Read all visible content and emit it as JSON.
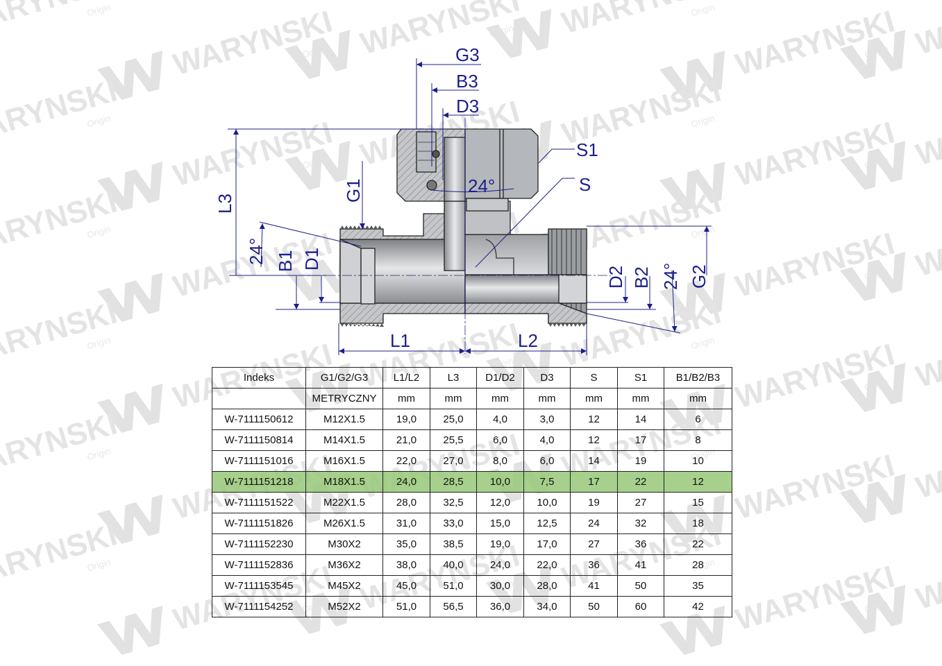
{
  "brand": {
    "watermark_text": "WARYNSKI",
    "watermark_subtext": "Origin"
  },
  "drawing": {
    "title": "Tee fitting with swivel nut - cross-section",
    "labels": {
      "g3": "G3",
      "b3": "B3",
      "d3": "D3",
      "s1": "S1",
      "s": "S",
      "angle_top": "24°",
      "g1": "G1",
      "l3": "L3",
      "angle_left": "24°",
      "b1": "B1",
      "d1": "D1",
      "d2": "D2",
      "b2": "B2",
      "angle_right": "24°",
      "g2": "G2",
      "l1": "L1",
      "l2": "L2"
    },
    "colors": {
      "dimension": "#1b1f8a",
      "body": "#b9bcc0",
      "hatch": "#8e9196",
      "highlight_row": "#96c878"
    }
  },
  "table": {
    "headers": [
      "Indeks",
      "G1/G2/G3",
      "L1/L2",
      "L3",
      "D1/D2",
      "D3",
      "S",
      "S1",
      "B1/B2/B3"
    ],
    "units": [
      "",
      "METRYCZNY",
      "mm",
      "mm",
      "mm",
      "mm",
      "mm",
      "mm",
      "mm"
    ],
    "highlighted_row": 3,
    "rows": [
      [
        "W-7111150612",
        "M12X1.5",
        "19,0",
        "25,0",
        "4,0",
        "3,0",
        "12",
        "14",
        "6"
      ],
      [
        "W-7111150814",
        "M14X1.5",
        "21,0",
        "25,5",
        "6,0",
        "4,0",
        "12",
        "17",
        "8"
      ],
      [
        "W-7111151016",
        "M16X1.5",
        "22,0",
        "27,0",
        "8,0",
        "6,0",
        "14",
        "19",
        "10"
      ],
      [
        "W-7111151218",
        "M18X1.5",
        "24,0",
        "28,5",
        "10,0",
        "7,5",
        "17",
        "22",
        "12"
      ],
      [
        "W-7111151522",
        "M22X1.5",
        "28,0",
        "32,5",
        "12,0",
        "10,0",
        "19",
        "27",
        "15"
      ],
      [
        "W-7111151826",
        "M26X1.5",
        "31,0",
        "33,0",
        "15,0",
        "12,5",
        "24",
        "32",
        "18"
      ],
      [
        "W-7111152230",
        "M30X2",
        "35,0",
        "38,5",
        "19,0",
        "17,0",
        "27",
        "36",
        "22"
      ],
      [
        "W-7111152836",
        "M36X2",
        "38,0",
        "40,0",
        "24,0",
        "22,0",
        "36",
        "41",
        "28"
      ],
      [
        "W-7111153545",
        "M45X2",
        "45,0",
        "51,0",
        "30,0",
        "28,0",
        "41",
        "50",
        "35"
      ],
      [
        "W-7111154252",
        "M52X2",
        "51,0",
        "56,5",
        "36,0",
        "34,0",
        "50",
        "60",
        "42"
      ]
    ]
  }
}
